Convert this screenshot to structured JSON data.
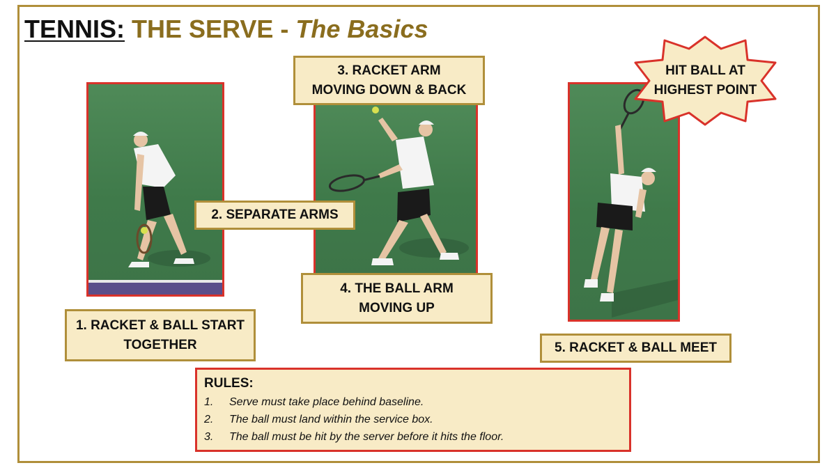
{
  "title": {
    "part1": "TENNIS:",
    "part2": " THE SERVE - ",
    "part3": "The Basics"
  },
  "photos": [
    {
      "name": "serve-stage-photo-1",
      "description": "player with racket and ball together"
    },
    {
      "name": "serve-stage-photo-2",
      "description": "player with arms separated"
    },
    {
      "name": "serve-stage-photo-3",
      "description": "player hitting ball at highest point"
    }
  ],
  "steps": {
    "step1": {
      "line1": "1. RACKET & BALL START",
      "line2": "TOGETHER"
    },
    "step2": {
      "line1": "2. SEPARATE ARMS"
    },
    "step3": {
      "line1": "3. RACKET ARM",
      "line2": "MOVING DOWN & BACK"
    },
    "step4": {
      "line1": "4. THE BALL ARM",
      "line2": "MOVING UP"
    },
    "step5": {
      "line1": "5. RACKET & BALL MEET"
    }
  },
  "callout": {
    "line1": "HIT BALL AT",
    "line2": "HIGHEST POINT"
  },
  "rules": {
    "title": "RULES:",
    "items": [
      {
        "num": "1.",
        "text": "Serve must take place behind baseline."
      },
      {
        "num": "2.",
        "text": "The ball must land within the service box."
      },
      {
        "num": "3.",
        "text": "The ball must be hit by the server before it hits the floor."
      }
    ]
  },
  "colors": {
    "gold_border": "#b08f3a",
    "title_gold": "#8a6d1e",
    "label_fill": "#f8ebc6",
    "photo_border": "#d9322a",
    "court_green": "#4f8a58"
  }
}
